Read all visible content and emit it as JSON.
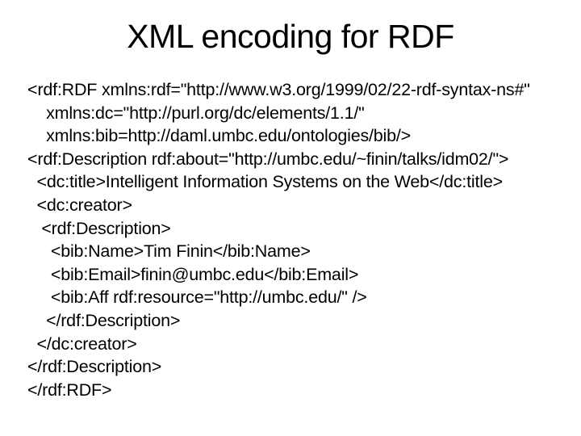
{
  "slide": {
    "title": "XML encoding for RDF",
    "colors": {
      "background": "#ffffff",
      "text": "#000000"
    }
  },
  "code": {
    "lines": [
      "<rdf:RDF xmlns:rdf=\"http://www.w3.org/1999/02/22-rdf-syntax-ns#\"",
      "    xmlns:dc=\"http://purl.org/dc/elements/1.1/\"",
      "    xmlns:bib=http://daml.umbc.edu/ontologies/bib/>",
      "<rdf:Description rdf:about=\"http://umbc.edu/~finin/talks/idm02/\">",
      "  <dc:title>Intelligent Information Systems on the Web</dc:title>",
      "  <dc:creator>",
      "   <rdf:Description>",
      "     <bib:Name>Tim Finin</bib:Name>",
      "     <bib:Email>finin@umbc.edu</bib:Email>",
      "     <bib:Aff rdf:resource=\"http://umbc.edu/\" />",
      "    </rdf:Description>",
      "  </dc:creator>",
      "</rdf:Description>",
      "</rdf:RDF>"
    ]
  }
}
